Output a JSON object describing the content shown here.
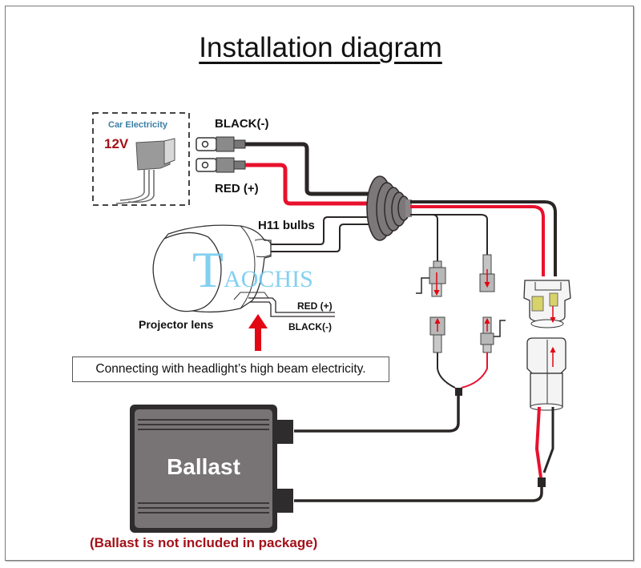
{
  "title": "Installation diagram",
  "car_electricity": {
    "label": "Car Electricity",
    "voltage": "12V"
  },
  "labels": {
    "black_top": "BLACK(-)",
    "red_top": "RED (+)",
    "h11": "H11 bulbs",
    "projector": "Projector lens",
    "red_right": "RED (+)",
    "black_right": "BLACK(-)"
  },
  "watermark": {
    "big": "T",
    "rest": "AOCHIS"
  },
  "note": "Connecting with headlight’s high beam electricity.",
  "ballast": {
    "label": "Ballast",
    "footnote": "(Ballast is not included in package)"
  },
  "colors": {
    "red_wire": "#e8112d",
    "black_wire": "#2b2626",
    "footnote_red": "#a3121a",
    "label_blue": "#3a7ea6",
    "watermark": "#6ec8ee",
    "arrow_red": "#e30613"
  }
}
